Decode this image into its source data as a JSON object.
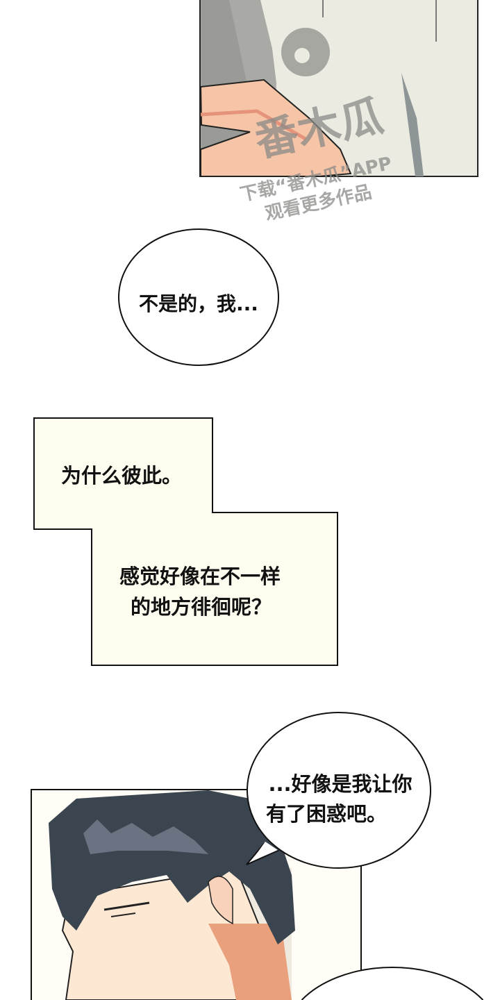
{
  "watermark": {
    "logo_text": "番木瓜",
    "line1": "下载“番木瓜”APP",
    "line2": "观看更多作品"
  },
  "bubbles": {
    "first": "不是的，我...",
    "second_line1": "...好像是我让你",
    "second_line2": "有了困惑吧。"
  },
  "caption": {
    "line1": "为什么彼此。",
    "line2": "感觉好像在不一样",
    "line3": "的地方徘徊呢？"
  },
  "colors": {
    "caption_fill": "#fffdf0",
    "hair": "#3b4550",
    "skin": "#fde8d4",
    "shirt": "#ecebe1"
  }
}
